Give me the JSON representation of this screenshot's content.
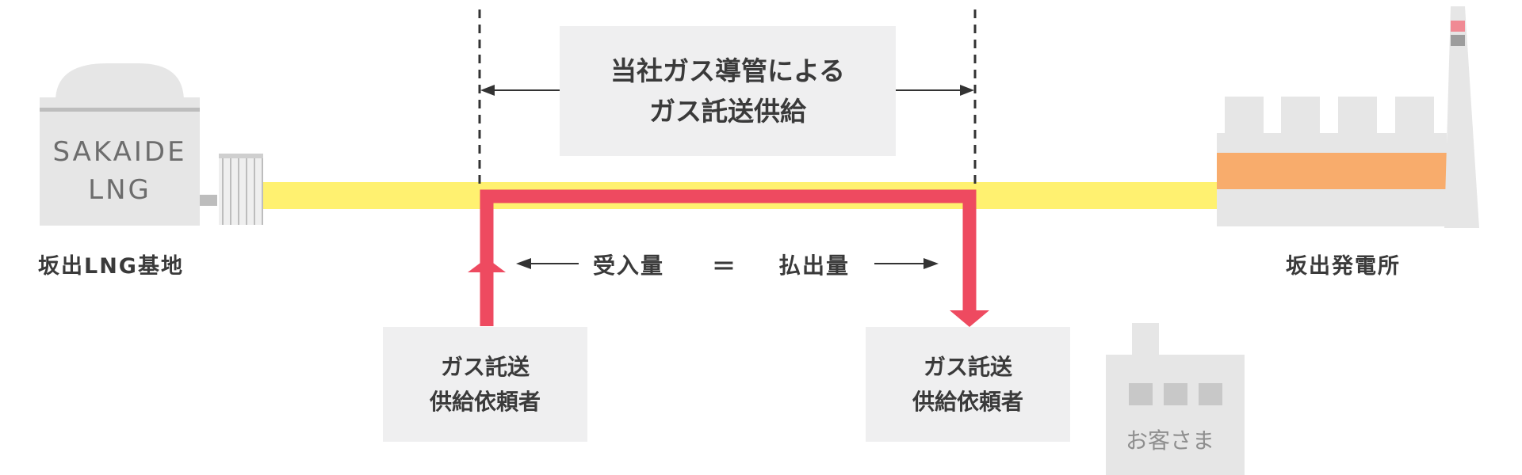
{
  "diagram": {
    "title_lines": [
      "当社ガス導管による",
      "ガス託送供給"
    ],
    "lng_tank_lines": [
      "SAKAIDE",
      "LNG"
    ],
    "lng_base_label": "坂出LNG基地",
    "power_plant_label": "坂出発電所",
    "flow": {
      "receive_label": "受入量",
      "equals_sign": "＝",
      "dispatch_label": "払出量"
    },
    "requester_left_lines": [
      "ガス託送",
      "供給依頼者"
    ],
    "requester_right_lines": [
      "ガス託送",
      "供給依頼者"
    ],
    "customer_label": "お客さま"
  },
  "colors": {
    "pipeline_yellow": "#fff170",
    "flow_red": "#ee4a60",
    "facility_gray": "#e6e6e6",
    "box_gray": "#efeff0",
    "boiler_orange": "#f8ac6c",
    "chimney_pink": "#f08a94",
    "text_dark": "#3a3a3a"
  }
}
